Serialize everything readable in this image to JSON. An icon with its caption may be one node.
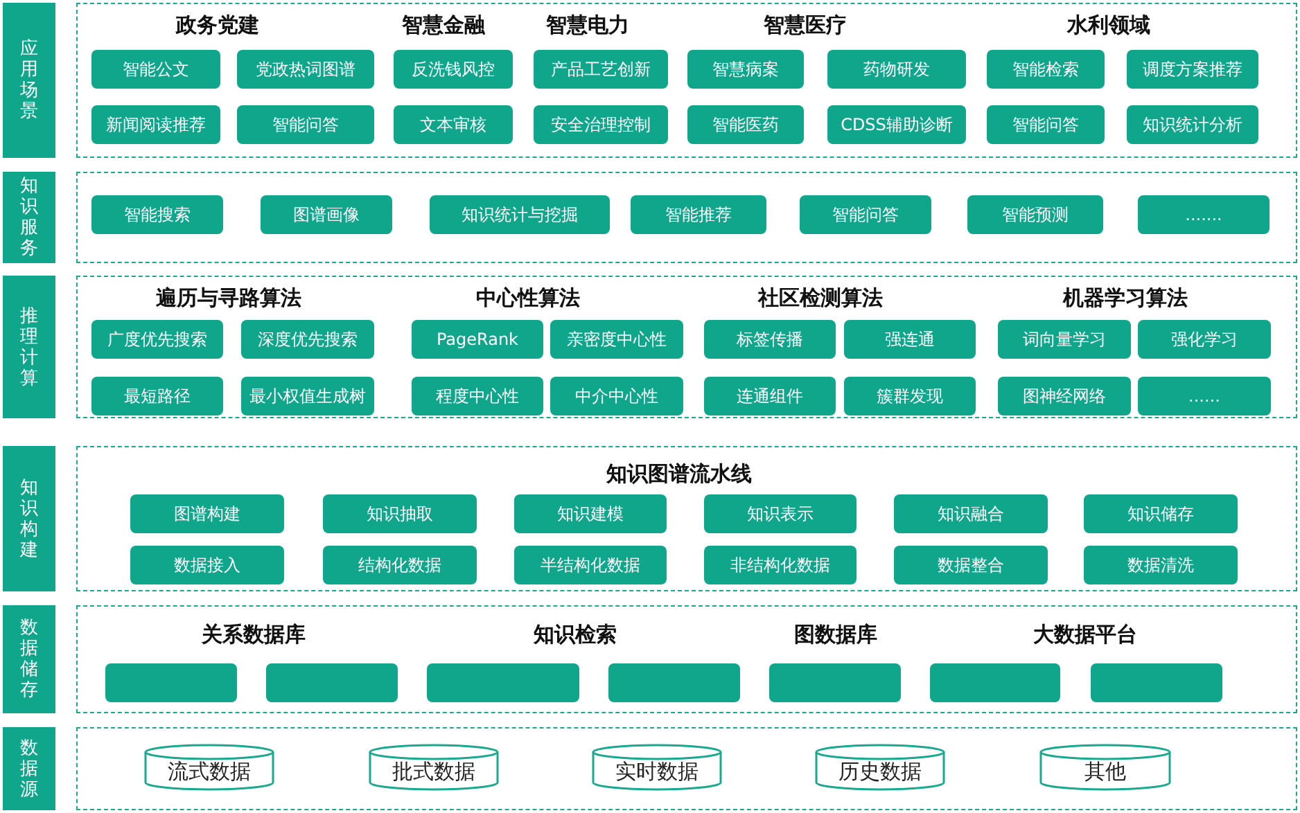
{
  "diagram": {
    "nodes": [
      {
        "text": [
          "应用场景"
        ]
      },
      {
        "text": [
          "政务党建",
          "智慧金融",
          "智慧电力",
          "智慧医疗",
          "水利领域"
        ]
      },
      {
        "text": [
          "智能公文"
        ],
        "in": 1
      },
      {
        "text": [
          "党政热词图谱"
        ],
        "in": 1
      },
      {
        "text": [
          "反洗钱风控"
        ],
        "in": 1
      },
      {
        "text": [
          "产品工艺创新"
        ],
        "in": 1
      },
      {
        "text": [
          "智慧病案"
        ],
        "in": 1
      },
      {
        "text": [
          "药物研发"
        ],
        "in": 1
      },
      {
        "text": [
          "智能检索"
        ],
        "in": 1
      },
      {
        "text": [
          "调度方案推荐"
        ],
        "in": 1
      },
      {
        "text": [
          "新闻阅读推荐"
        ],
        "in": 1
      },
      {
        "text": [
          "智能问答"
        ],
        "in": 1
      },
      {
        "text": [
          "文本审核"
        ],
        "in": 1
      },
      {
        "text": [
          "安全治理控制"
        ],
        "in": 1
      },
      {
        "text": [
          "智能医药"
        ],
        "in": 1
      },
      {
        "text": [
          "CDSS辅助诊断"
        ],
        "in": 1
      },
      {
        "text": [
          "智能问答"
        ],
        "in": 1
      },
      {
        "text": [
          "知识统计分析"
        ],
        "in": 1
      },
      {
        "text": [
          "知识服务"
        ]
      },
      {
        "text": [],
        "shape": "box"
      },
      {
        "text": [
          "智能搜索"
        ],
        "in": 19
      },
      {
        "text": [
          "图谱画像"
        ],
        "in": 19
      },
      {
        "text": [
          "知识统计与挖掘"
        ],
        "in": 19
      },
      {
        "text": [
          "智能推荐"
        ],
        "in": 19
      },
      {
        "text": [
          "智能问答"
        ],
        "in": 19
      },
      {
        "text": [
          "智能预测"
        ],
        "in": 19
      },
      {
        "text": [
          "......."
        ],
        "in": 19
      },
      {
        "text": [
          "推理计算"
        ]
      },
      {
        "text": [
          "遍历与寻路算法",
          "中心性算法",
          "社区检测算法",
          "机器学习算法"
        ]
      },
      {
        "text": [
          "广度优先搜索"
        ],
        "in": 28
      },
      {
        "text": [
          "深度优先搜索"
        ],
        "in": 28
      },
      {
        "text": [
          "PageRank"
        ],
        "in": 28
      },
      {
        "text": [
          "亲密度中心性"
        ],
        "in": 28
      },
      {
        "text": [
          "标签传播"
        ],
        "in": 28
      },
      {
        "text": [
          "强连通"
        ],
        "in": 28
      },
      {
        "text": [
          "词向量学习"
        ],
        "in": 28
      },
      {
        "text": [
          "强化学习"
        ],
        "in": 28
      },
      {
        "text": [
          "最短路径"
        ],
        "in": 28
      },
      {
        "text": [
          "最小权值生成树"
        ],
        "in": 28
      },
      {
        "text": [
          "程度中心性"
        ],
        "in": 28
      },
      {
        "text": [
          "中介中心性"
        ],
        "in": 28
      },
      {
        "text": [
          "连通组件"
        ],
        "in": 28
      },
      {
        "text": [
          "簇群发现"
        ],
        "in": 28
      },
      {
        "text": [
          "图神经网络"
        ],
        "in": 28
      },
      {
        "text": [
          "......"
        ],
        "in": 28
      },
      {
        "text": [
          "知识构建"
        ]
      },
      {
        "text": [
          "知识图谱流水线"
        ]
      },
      {
        "text": [
          "图谱构建"
        ],
        "in": 46
      },
      {
        "text": [
          "知识抽取"
        ],
        "in": 46
      },
      {
        "text": [
          "知识建模"
        ],
        "in": 46
      },
      {
        "text": [
          "知识表示"
        ],
        "in": 46
      },
      {
        "text": [
          "知识融合"
        ],
        "in": 46
      },
      {
        "text": [
          "知识储存"
        ],
        "in": 46
      },
      {
        "text": [
          "数据接入"
        ],
        "in": 46
      },
      {
        "text": [
          "结构化数据"
        ],
        "in": 46
      },
      {
        "text": [
          "半结构化数据"
        ],
        "in": 46
      },
      {
        "text": [
          "非结构化数据"
        ],
        "in": 46
      },
      {
        "text": [
          "数据整合"
        ],
        "in": 46
      },
      {
        "text": [
          "数据清洗"
        ],
        "in": 46
      },
      {
        "text": [
          "数据储存"
        ]
      },
      {
        "text": [
          "关系数据库",
          "知识检索",
          "图数据库",
          "大数据平台"
        ]
      },
      {
        "text": [],
        "shape": "box",
        "in": 60
      },
      {
        "text": [],
        "shape": "box",
        "in": 60
      },
      {
        "text": [],
        "shape": "box",
        "in": 60
      },
      {
        "text": [],
        "shape": "box",
        "in": 60
      },
      {
        "text": [],
        "shape": "box",
        "in": 60
      },
      {
        "text": [],
        "shape": "box",
        "in": 60
      },
      {
        "text": [],
        "shape": "box",
        "in": 60
      },
      {
        "text": [
          "数据源"
        ]
      },
      {
        "text": [],
        "shape": "box"
      },
      {
        "text": [
          "流式数据"
        ],
        "in": 69
      },
      {
        "text": [
          "批式数据"
        ],
        "in": 69
      },
      {
        "text": [
          "实时数据"
        ],
        "in": 69
      },
      {
        "text": [
          "历史数据"
        ],
        "in": 69
      },
      {
        "text": [
          "其他"
        ],
        "in": 69
      }
    ]
  }
}
